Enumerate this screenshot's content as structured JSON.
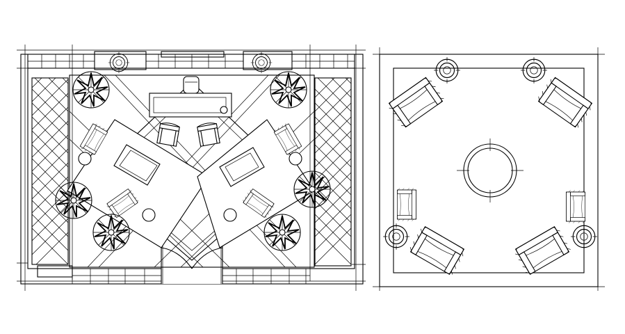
{
  "figure": {
    "background": "#ffffff",
    "line_color": "#000000",
    "panels": [
      {
        "name": "office-floor-plan",
        "furniture": [
          "executive-desk",
          "desk-chair",
          "guest-chairs",
          "conference-tables",
          "armchairs",
          "side-tables",
          "potted-plants",
          "wall-lamps",
          "tiled-side-panels",
          "door"
        ]
      },
      {
        "name": "lounge-floor-plan",
        "furniture": [
          "round-center-table",
          "armchairs",
          "corner-side-tables"
        ]
      }
    ]
  }
}
